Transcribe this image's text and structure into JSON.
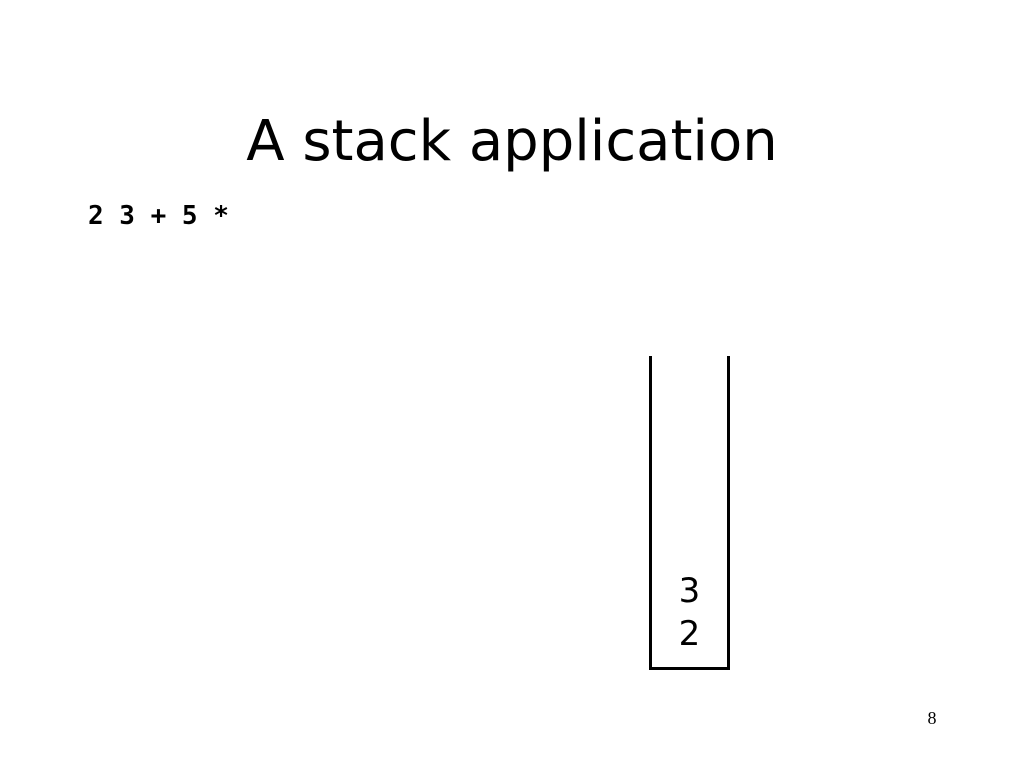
{
  "slide": {
    "title": "A stack application",
    "expression": "2 3 + 5 *",
    "page_number": "8"
  },
  "stack": {
    "items_top_to_bottom": [
      "3",
      "2"
    ]
  }
}
